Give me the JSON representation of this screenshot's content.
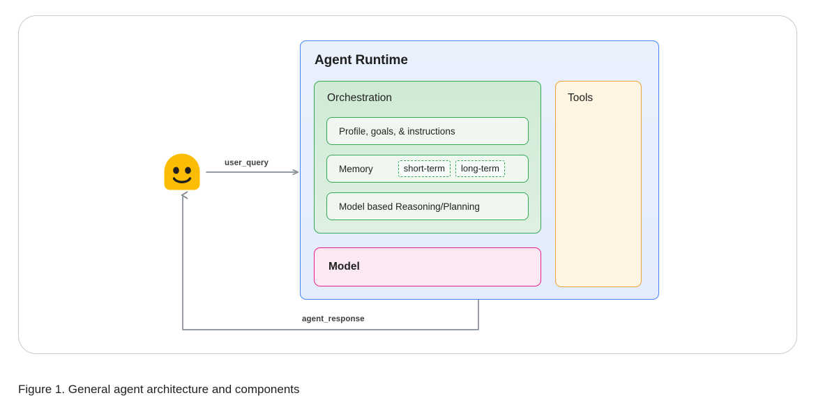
{
  "figure": {
    "caption": "Figure 1. General agent architecture and components"
  },
  "runtime": {
    "title": "Agent Runtime",
    "border_color": "#4285F4",
    "fill_color": "#E8F0FE"
  },
  "orchestration": {
    "title": "Orchestration",
    "border_color": "#34A853",
    "fill_color": "#D6EDD9",
    "rows": [
      {
        "label": "Profile, goals, & instructions"
      },
      {
        "label": "Memory",
        "chips": [
          "short-term",
          "long-term"
        ]
      },
      {
        "label": "Model based Reasoning/Planning"
      }
    ]
  },
  "model": {
    "title": "Model",
    "border_color": "#E91E8C",
    "fill_color": "#FCE8F3"
  },
  "tools": {
    "title": "Tools",
    "border_color": "#F2A33C",
    "fill_color": "#FDF5E1"
  },
  "user": {
    "icon": "smiley-face-icon",
    "face_color": "#FBBC04"
  },
  "edges": [
    {
      "label": "user_query",
      "from": "user",
      "to": "agent-runtime"
    },
    {
      "label": "agent_response",
      "from": "agent-runtime",
      "to": "user"
    }
  ],
  "edge_labels": {
    "user_query": "user_query",
    "agent_response": "agent_response"
  }
}
